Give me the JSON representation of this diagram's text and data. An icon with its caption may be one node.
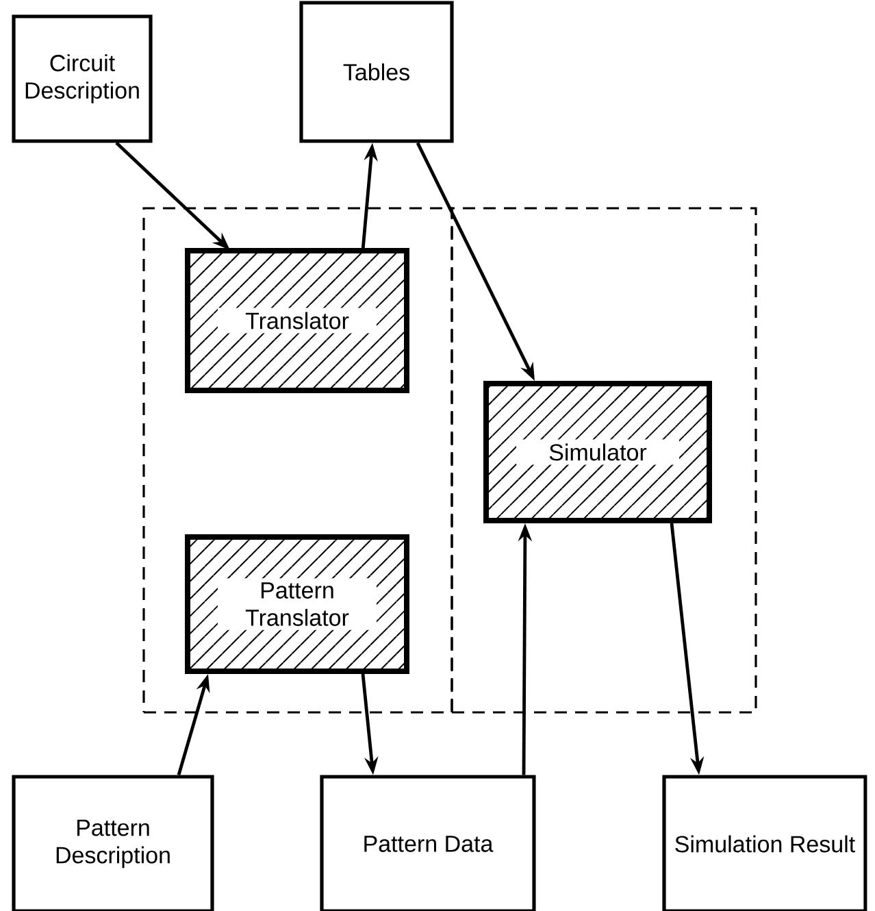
{
  "diagram": {
    "nodes": [
      {
        "text": [
          "Circuit Description"
        ]
      },
      {
        "text": [
          "Tables"
        ]
      },
      {
        "text": [],
        "shape": "box"
      },
      {
        "text": [
          "Translator"
        ],
        "in": 2
      },
      {
        "text": [
          "Pattern Translator"
        ],
        "in": 2
      },
      {
        "text": [],
        "shape": "box"
      },
      {
        "text": [
          "Simulator"
        ],
        "in": 5
      },
      {
        "text": [
          "Pattern Description"
        ]
      },
      {
        "text": [
          "Pattern Data"
        ]
      },
      {
        "text": [
          "Simulation Result"
        ]
      }
    ],
    "edges": [
      {
        "from": 0,
        "to": 3,
        "arrow": "to"
      },
      {
        "from": 3,
        "to": 1,
        "arrow": "to"
      },
      {
        "from": 1,
        "to": 6,
        "arrow": "to"
      },
      {
        "from": 7,
        "to": 4,
        "arrow": "to"
      },
      {
        "from": 4,
        "to": 8,
        "arrow": "to"
      },
      {
        "from": 8,
        "to": 6,
        "arrow": "to"
      },
      {
        "from": 6,
        "to": 9,
        "arrow": "to"
      }
    ]
  }
}
